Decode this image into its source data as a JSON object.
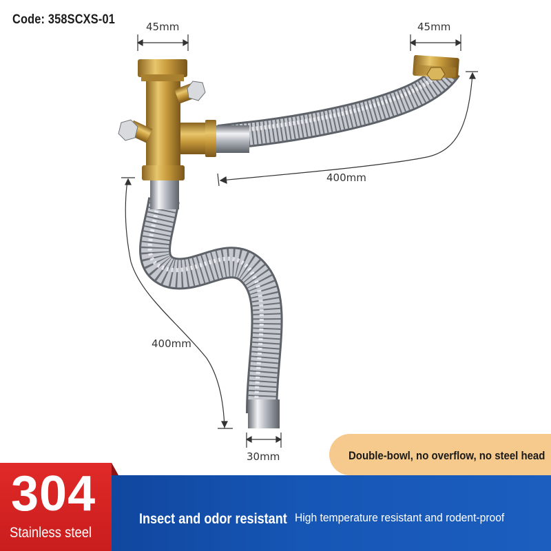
{
  "product": {
    "code": "Code: 358SCXS-01",
    "dimensions": {
      "top_left_width": "45mm",
      "top_right_width": "45mm",
      "horizontal_length": "400mm",
      "vertical_length": "400mm",
      "outlet_width": "30mm"
    },
    "badge": "Double-bowl, no overflow, no steel head",
    "material_number": "304",
    "material_label": "Stainless steel",
    "features": [
      "Insect and odor resistant",
      "High temperature resistant and rodent-proof"
    ]
  },
  "colors": {
    "brass": "#c9a04a",
    "steel": "#b9bcc2",
    "footer_blue": "#1656b5",
    "red_tab": "#d92424",
    "badge": "#f6c98c"
  }
}
